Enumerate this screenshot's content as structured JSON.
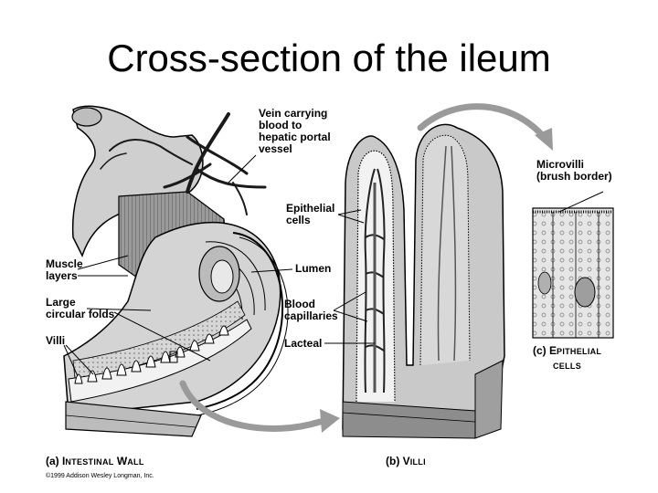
{
  "title": "Cross-section of the ileum",
  "labels": {
    "vein": [
      "Vein carrying",
      "blood to",
      "hepatic portal",
      "vessel"
    ],
    "epithelial_cells": [
      "Epithelial",
      "cells"
    ],
    "lumen": "Lumen",
    "blood_capillaries": [
      "Blood",
      "capillaries"
    ],
    "lacteal": "Lacteal",
    "muscle_layers": [
      "Muscle",
      "layers"
    ],
    "circular_folds": [
      "Large",
      "circular folds"
    ],
    "villi": "Villi",
    "microvilli": [
      "Microvilli",
      "(brush border)"
    ]
  },
  "captions": {
    "a": {
      "letter": "(a)",
      "first": "I",
      "rest": "NTESTINAL",
      "first2": "W",
      "rest2": "ALL"
    },
    "b": {
      "letter": "(b)",
      "first": "V",
      "rest": "ILLI"
    },
    "c": {
      "letter": "(c)",
      "first": "E",
      "rest": "PITHELIAL",
      "line2": "CELLS"
    }
  },
  "copyright": "©1999 Addison Wesley Longman, Inc."
}
